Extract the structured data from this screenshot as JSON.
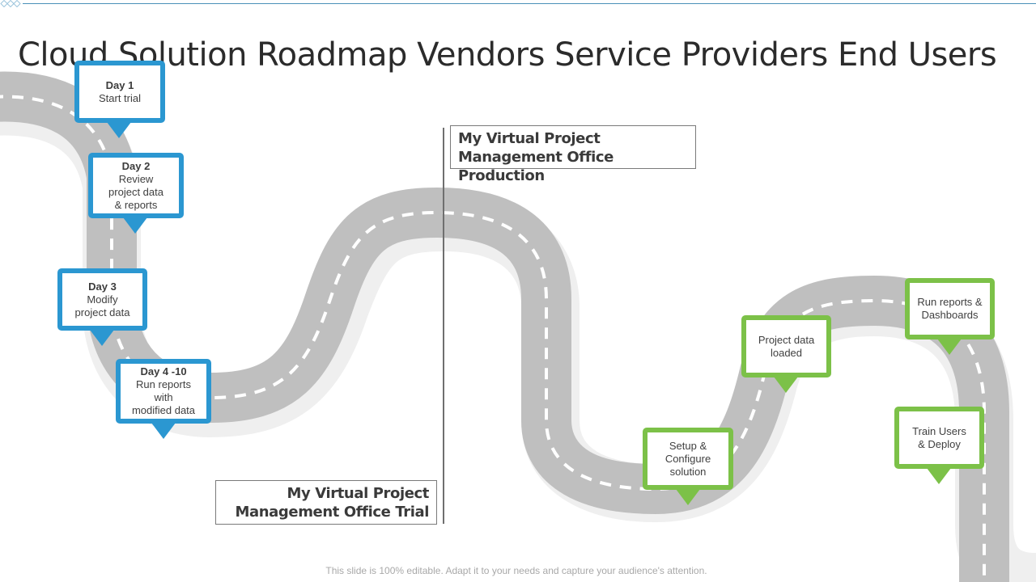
{
  "title": "Cloud Solution Roadmap Vendors Service Providers End Users",
  "colors": {
    "trial_accent": "#2b97d1",
    "production_accent": "#7cc148",
    "road": "#bfbfbf",
    "road_shadow": "#efefef",
    "lane_marking": "#ffffff"
  },
  "phases": {
    "trial": {
      "label_line1": "My Virtual Project",
      "label_line2": "Management Office Trial"
    },
    "production": {
      "label_line1": "My Virtual Project",
      "label_line2": "Management Office Production"
    }
  },
  "trial_milestones": [
    {
      "day": "Day 1",
      "lines": [
        "Start trial"
      ]
    },
    {
      "day": "Day 2",
      "lines": [
        "Review",
        "project data",
        "& reports"
      ]
    },
    {
      "day": "Day 3",
      "lines": [
        "Modify",
        "project data"
      ]
    },
    {
      "day": "Day 4 -10",
      "lines": [
        "Run reports",
        "with",
        "modified data"
      ]
    }
  ],
  "production_milestones": [
    {
      "lines": [
        "Setup &",
        "Configure",
        "solution"
      ]
    },
    {
      "lines": [
        "Project data",
        "loaded"
      ]
    },
    {
      "lines": [
        "Run reports &",
        "Dashboards"
      ]
    },
    {
      "lines": [
        "Train Users",
        "& Deploy"
      ]
    }
  ],
  "footer": "This slide is 100% editable. Adapt it to your needs and capture your audience's attention."
}
